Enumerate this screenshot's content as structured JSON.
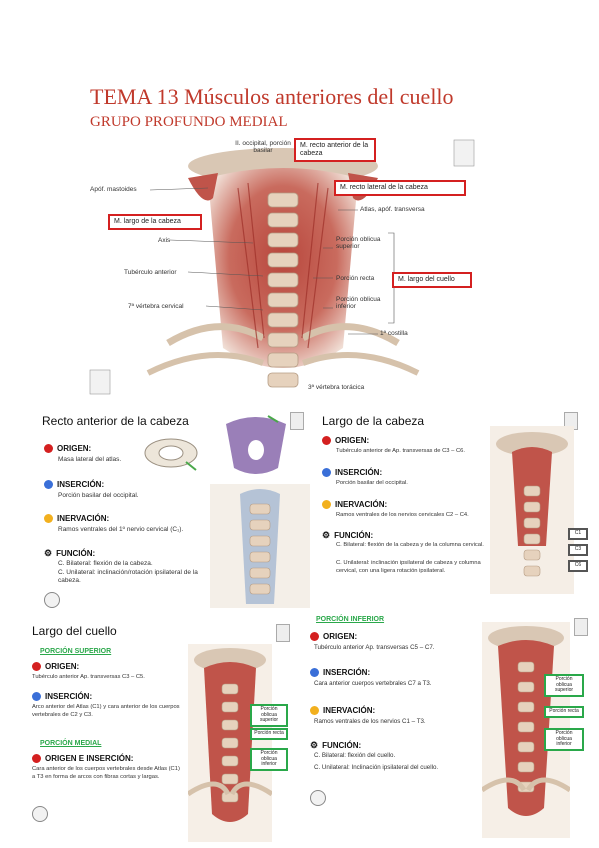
{
  "page": {
    "title": "TEMA 13 Músculos anteriores del cuello",
    "subtitle": "GRUPO PROFUNDO MEDIAL"
  },
  "main_figure": {
    "labels_left": [
      "Apóf. mastoides",
      "Axis",
      "Tubérculo anterior",
      "7ª vértebra cervical"
    ],
    "labels_right": [
      "Atlas, apóf. transversa",
      "Porción oblicua superior",
      "Porción recta",
      "Porción oblicua inferior",
      "1ª costilla",
      "3ª vértebra torácica"
    ],
    "label_top": "II. occipital, porción basilar",
    "red_boxes": {
      "rect_ant": "M. recto anterior de la cabeza",
      "rect_lat": "M. recto lateral de la cabeza",
      "largo_cab": "M. largo de la cabeza",
      "largo_cue": "M. largo del cuello"
    }
  },
  "card_recto": {
    "title": "Recto anterior de la cabeza",
    "origen_h": "ORIGEN:",
    "origen_t": "Masa lateral del atlas.",
    "insercion_h": "INSERCIÓN:",
    "insercion_t": "Porción basilar del occipital.",
    "inervacion_h": "INERVACIÓN:",
    "inervacion_t": "Ramos ventrales del 1º nervio cervical (C₁).",
    "funcion_h": "FUNCIÓN:",
    "funcion_t1": "C. Bilateral: flexión de la cabeza.",
    "funcion_t2": "C. Unilateral: inclinación/rotación ipsilateral de la cabeza."
  },
  "card_largo_cabeza": {
    "title": "Largo de la cabeza",
    "origen_h": "ORIGEN:",
    "origen_t": "Tubérculo anterior de Ap. transversas de C3 – C6.",
    "insercion_h": "INSERCIÓN:",
    "insercion_t": "Porción basilar del occipital.",
    "inervacion_h": "INERVACIÓN:",
    "inervacion_t": "Ramos ventrales de los nervios cervicales C2 – C4.",
    "funcion_h": "FUNCIÓN:",
    "funcion_t1": "C. Bilateral: flexión de la cabeza y de la columna cervical.",
    "funcion_t2": "C. Unilateral: inclinación ipsilateral de cabeza y columna cervical, con una ligera rotación ipsilateral.",
    "side_labels": [
      "C1",
      "C3",
      "C6"
    ]
  },
  "card_largo_cuello": {
    "title": "Largo del cuello",
    "porcion_sup": "PORCIÓN SUPERIOR",
    "origen_h": "ORIGEN:",
    "origen_t": "Tubérculo anterior Ap. transversas C3 – C5.",
    "insercion_h": "INSERCIÓN:",
    "insercion_t": "Arco anterior del Atlas (C1) y cara anterior de los cuerpos vertebrales de C2 y C3.",
    "porcion_med": "PORCIÓN MEDIAL",
    "origen_ins_h": "ORIGEN E INSERCIÓN:",
    "origen_ins_t": "Cara anterior de los cuerpos vertebrales desde Atlas (C1) a T3 en forma de arcos con fibras cortas y largas.",
    "boxes": [
      "Porción oblicua superior",
      "Porción recta",
      "Porción oblicua inferior"
    ]
  },
  "card_inferior": {
    "porcion_inf": "PORCIÓN INFERIOR",
    "origen_h": "ORIGEN:",
    "origen_t": "Tubérculo anterior Ap. transversas C5 – C7.",
    "insercion_h": "INSERCIÓN:",
    "insercion_t": "Cara anterior cuerpos vertebrales C7 a T3.",
    "inervacion_h": "INERVACIÓN:",
    "inervacion_t": "Ramos ventrales de los nervios C1 – T3.",
    "funcion_h": "FUNCIÓN:",
    "funcion_t1": "C. Bilateral: flexión del cuello.",
    "funcion_t2": "C. Unilateral: Inclinación ipsilateral del cuello.",
    "boxes": [
      "Porción oblicua superior",
      "Porción recta",
      "Porción oblicua inferior"
    ]
  },
  "colors": {
    "accent": "#c0392b",
    "red_box": "#d42020",
    "green_box": "#2aa84a",
    "origen": "#d42020",
    "insercion": "#3a6fd8",
    "inervacion": "#f2b01e"
  }
}
